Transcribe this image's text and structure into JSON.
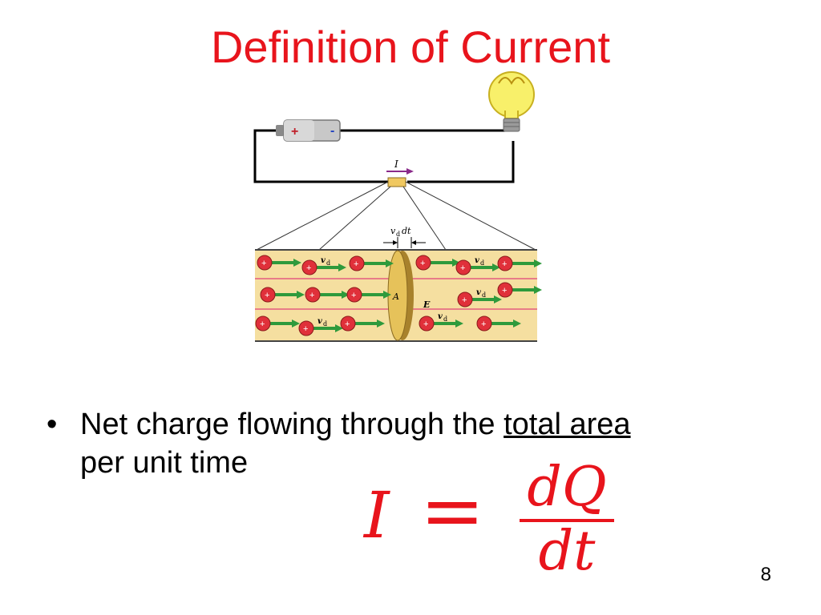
{
  "slide": {
    "title": "Definition of Current",
    "page_number": "8"
  },
  "figure": {
    "battery_plus": "+",
    "battery_minus": "-",
    "current_label": "I",
    "drift_distance_label_v": "v",
    "drift_distance_label_sub": "d",
    "drift_distance_label_dt": "dt",
    "area_label": "A",
    "field_label": "E",
    "velocity_label_v": "v",
    "velocity_label_sub": "d",
    "charge_sign": "+",
    "colors": {
      "wire": "#000000",
      "conductor": "#f5dfa0",
      "charge": "#e0303a",
      "velocity_arrow": "#2e9a3c",
      "field_line": "#e0407a",
      "disk": "#c9a24d",
      "bulb": "#f8f06a",
      "current_arrow": "#8a2a8a"
    }
  },
  "bullet": {
    "symbol": "•",
    "text_before": "Net charge flowing through the ",
    "text_underlined": "total area",
    "text_after": "per unit time"
  },
  "equation": {
    "lhs": "I",
    "equals": "=",
    "numerator": "dQ",
    "denominator": "dt"
  }
}
